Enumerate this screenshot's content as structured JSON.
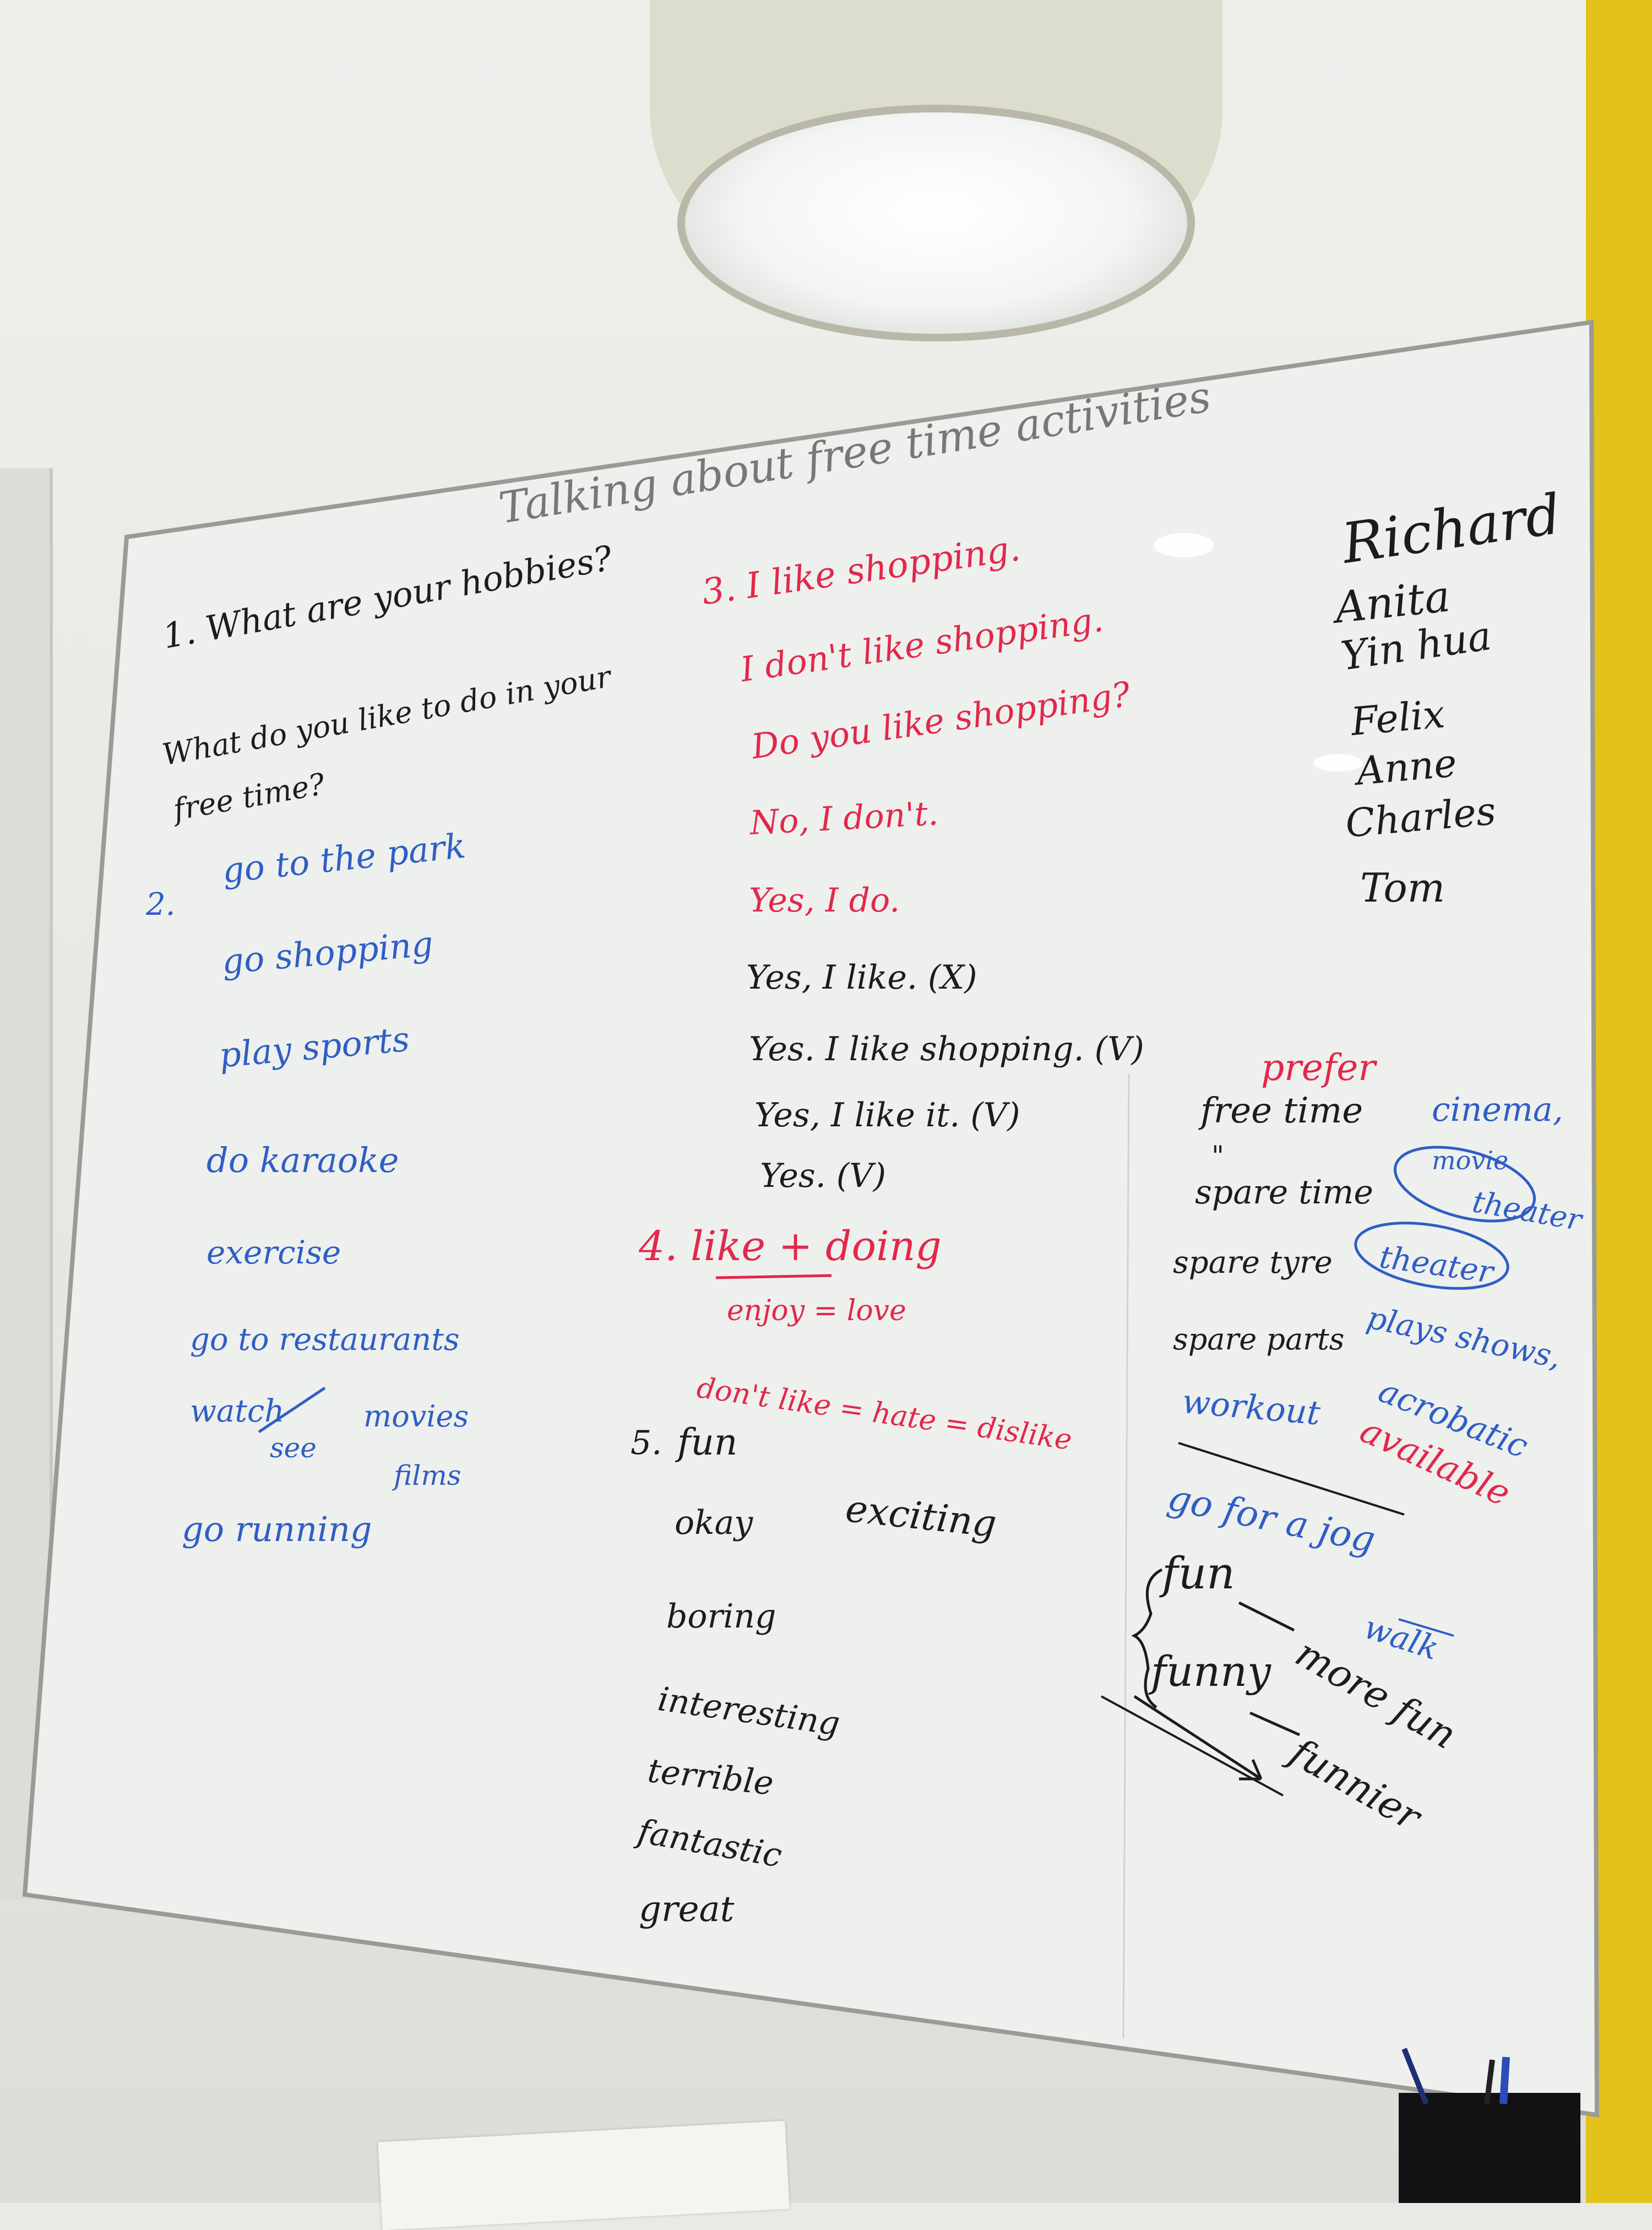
{
  "colors": {
    "black_marker": "#1c1c1c",
    "red_marker": "#e2284a",
    "blue_marker": "#2f5ec4"
  },
  "board": {
    "title": "Talking about free time activities",
    "section1": {
      "q1": "1. What are your hobbies?",
      "q2": "What do you like to do in your",
      "q3": "free time?"
    },
    "section2": {
      "number": "2.",
      "items": [
        "go to the park",
        "go shopping",
        "play sports",
        "do karaoke",
        "exercise",
        "go to restaurants",
        "watch",
        "see",
        "movies",
        "films",
        "go running"
      ]
    },
    "section3": {
      "lines": [
        "3. I like shopping.",
        "I don't like shopping.",
        "Do you like shopping?",
        "No, I don't.",
        "Yes, I do."
      ],
      "answers": [
        "Yes, I like. (X)",
        "Yes. I like shopping. (V)",
        "Yes, I like it. (V)",
        "Yes. (V)"
      ]
    },
    "section4": {
      "line1": "4. like + doing",
      "line2": "enjoy = love",
      "line3": "don't like = hate = dislike"
    },
    "section5": {
      "number": "5.",
      "words": [
        "fun",
        "okay",
        "boring",
        "interesting",
        "terrible",
        "fantastic",
        "great"
      ],
      "exciting": "exciting"
    },
    "names": [
      "Richard",
      "Anita",
      "Yin hua",
      "Felix",
      "Anne",
      "Charles",
      "Tom"
    ],
    "right": {
      "prefer": "prefer",
      "free_time": "free time",
      "ditto": "\"",
      "spare_time": "spare time",
      "spare_tyre": "spare tyre",
      "spare_parts": "spare parts",
      "cinema": "cinema,",
      "movie": "movie",
      "theater1": "theater",
      "theater2": "theater",
      "plays_shows": "plays shows,",
      "acrobatic": "acrobatic",
      "workout": "workout",
      "available": "available",
      "go_for_a_jog": "go for a jog",
      "walk": "walk",
      "fun": "fun",
      "more_fun": "more fun",
      "funny": "funny",
      "funnier": "funnier"
    }
  }
}
